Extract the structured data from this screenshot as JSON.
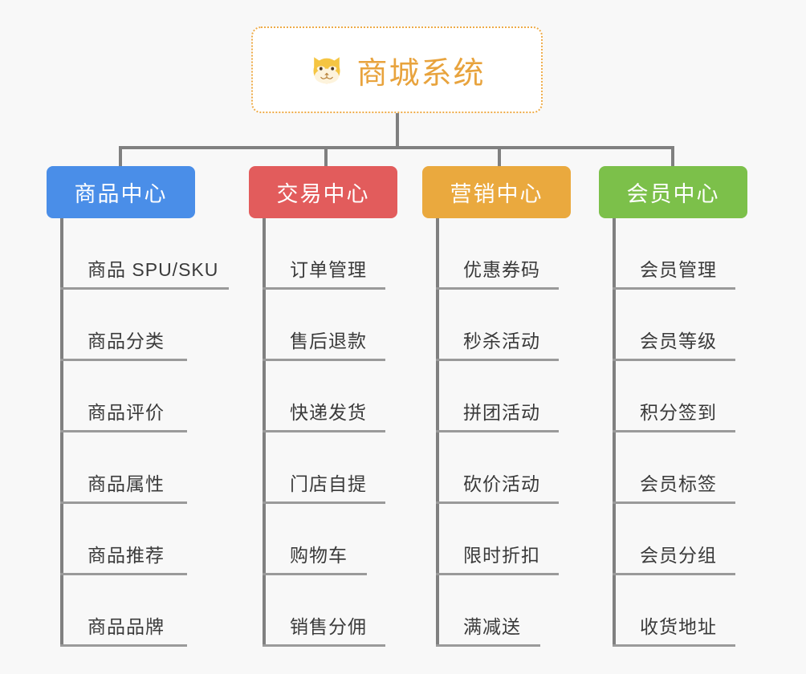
{
  "canvas": {
    "background_color": "#f8f8f8",
    "line_color": "#808080"
  },
  "root": {
    "title": "商城系统",
    "icon": "shiba-dog-face-icon",
    "text_color": "#e8a33d",
    "border_color": "#eeab48",
    "background_color": "#ffffff"
  },
  "branches": [
    {
      "label": "商品中心",
      "color": "#4a8ee8",
      "items": [
        "商品 SPU/SKU",
        "商品分类",
        "商品评价",
        "商品属性",
        "商品推荐",
        "商品品牌"
      ]
    },
    {
      "label": "交易中心",
      "color": "#e25c5c",
      "items": [
        "订单管理",
        "售后退款",
        "快递发货",
        "门店自提",
        "购物车",
        "销售分佣"
      ]
    },
    {
      "label": "营销中心",
      "color": "#eaa93e",
      "items": [
        "优惠券码",
        "秒杀活动",
        "拼团活动",
        "砍价活动",
        "限时折扣",
        "满减送"
      ]
    },
    {
      "label": "会员中心",
      "color": "#7cc04a",
      "items": [
        "会员管理",
        "会员等级",
        "积分签到",
        "会员标签",
        "会员分组",
        "收货地址"
      ]
    }
  ]
}
